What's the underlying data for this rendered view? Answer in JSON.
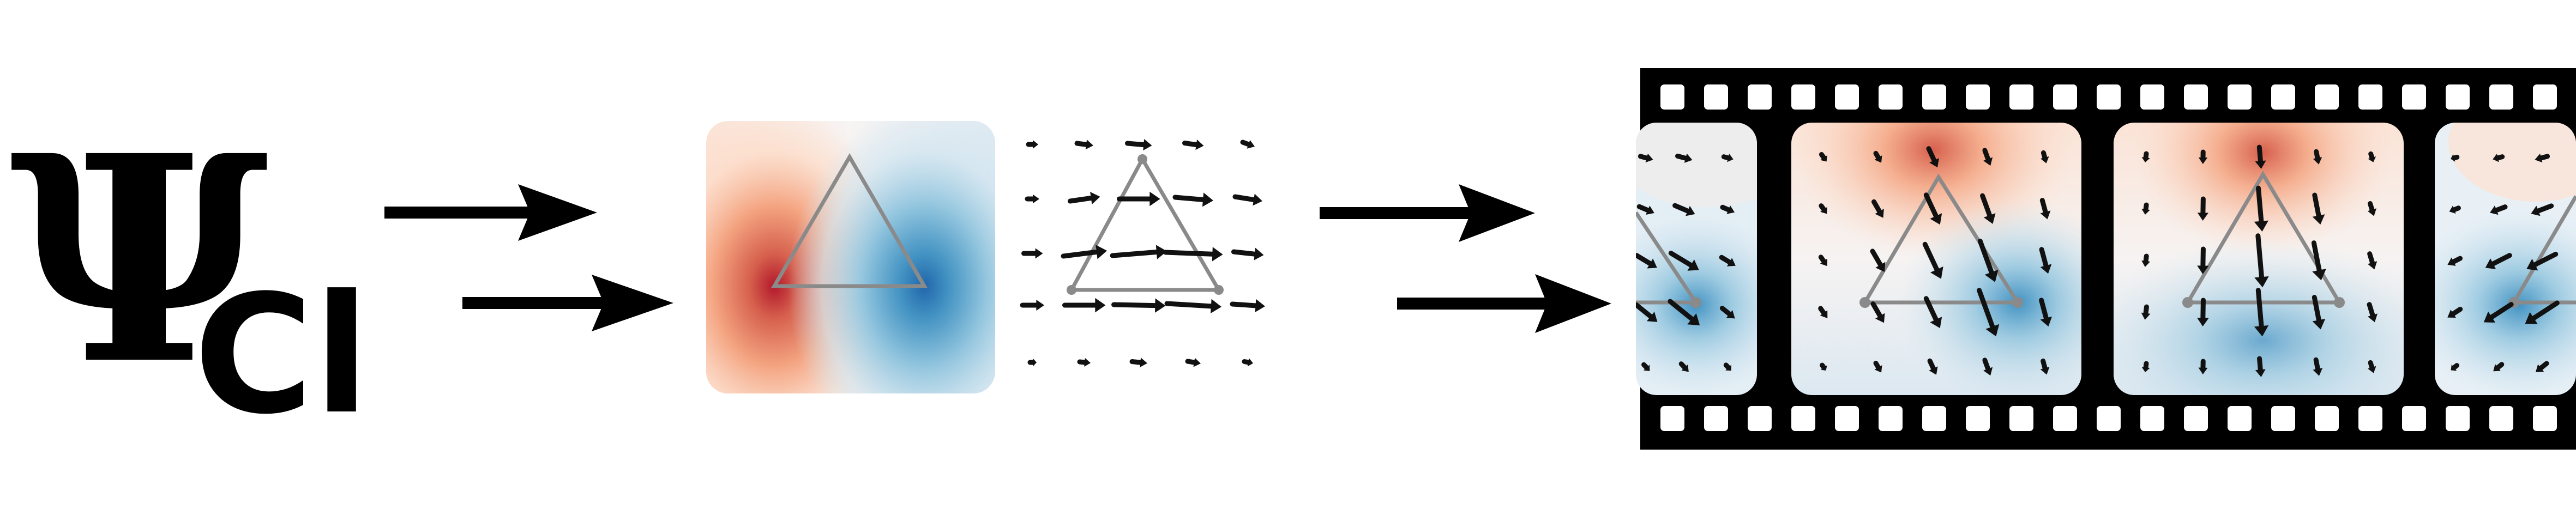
{
  "symbol": {
    "psi": "Ψ",
    "subscript": "Cl"
  },
  "colors": {
    "positive": "#b2182b",
    "negative": "#2166ac",
    "arrow": "#111111",
    "triangle": "#8a8a8a",
    "film": "#000000",
    "background": "#ffffff"
  },
  "diagram": {
    "stages": [
      "density-map",
      "vector-field",
      "film-strip"
    ],
    "film_frames": 4
  }
}
